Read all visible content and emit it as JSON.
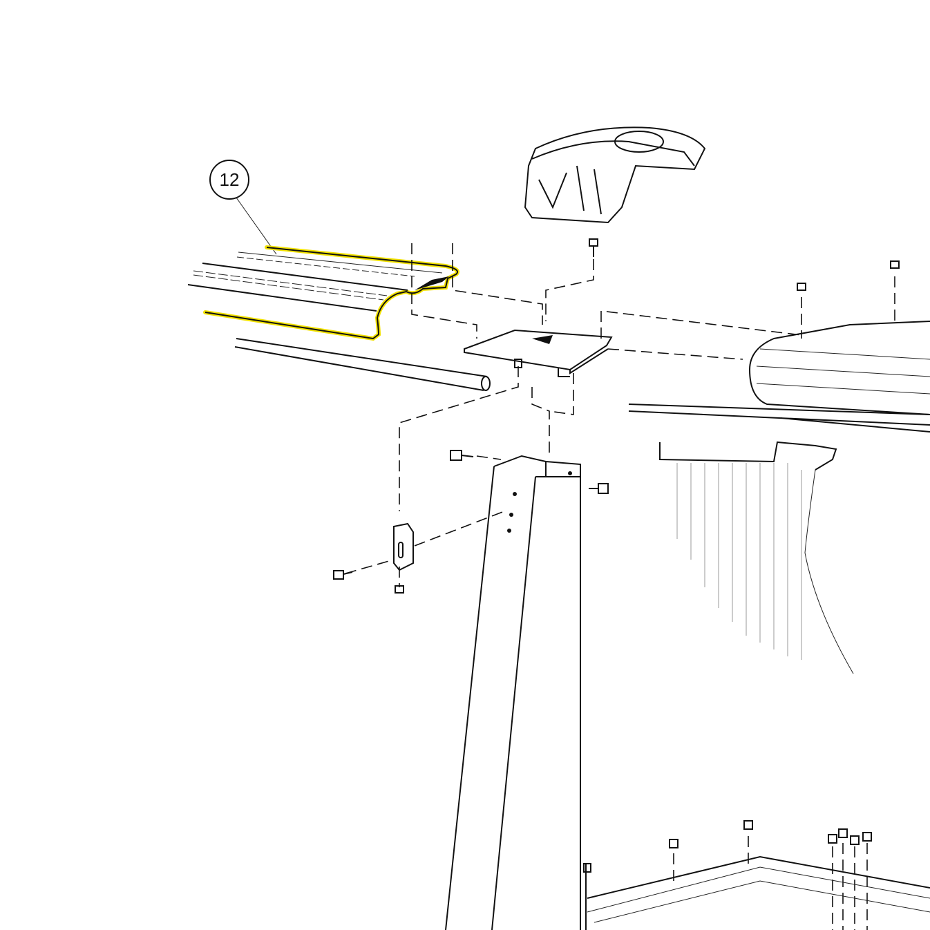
{
  "diagram": {
    "callouts": [
      {
        "label": "12",
        "part": "rail"
      }
    ],
    "highlight_color": "#f2e200",
    "highlighted_part": "rail"
  }
}
